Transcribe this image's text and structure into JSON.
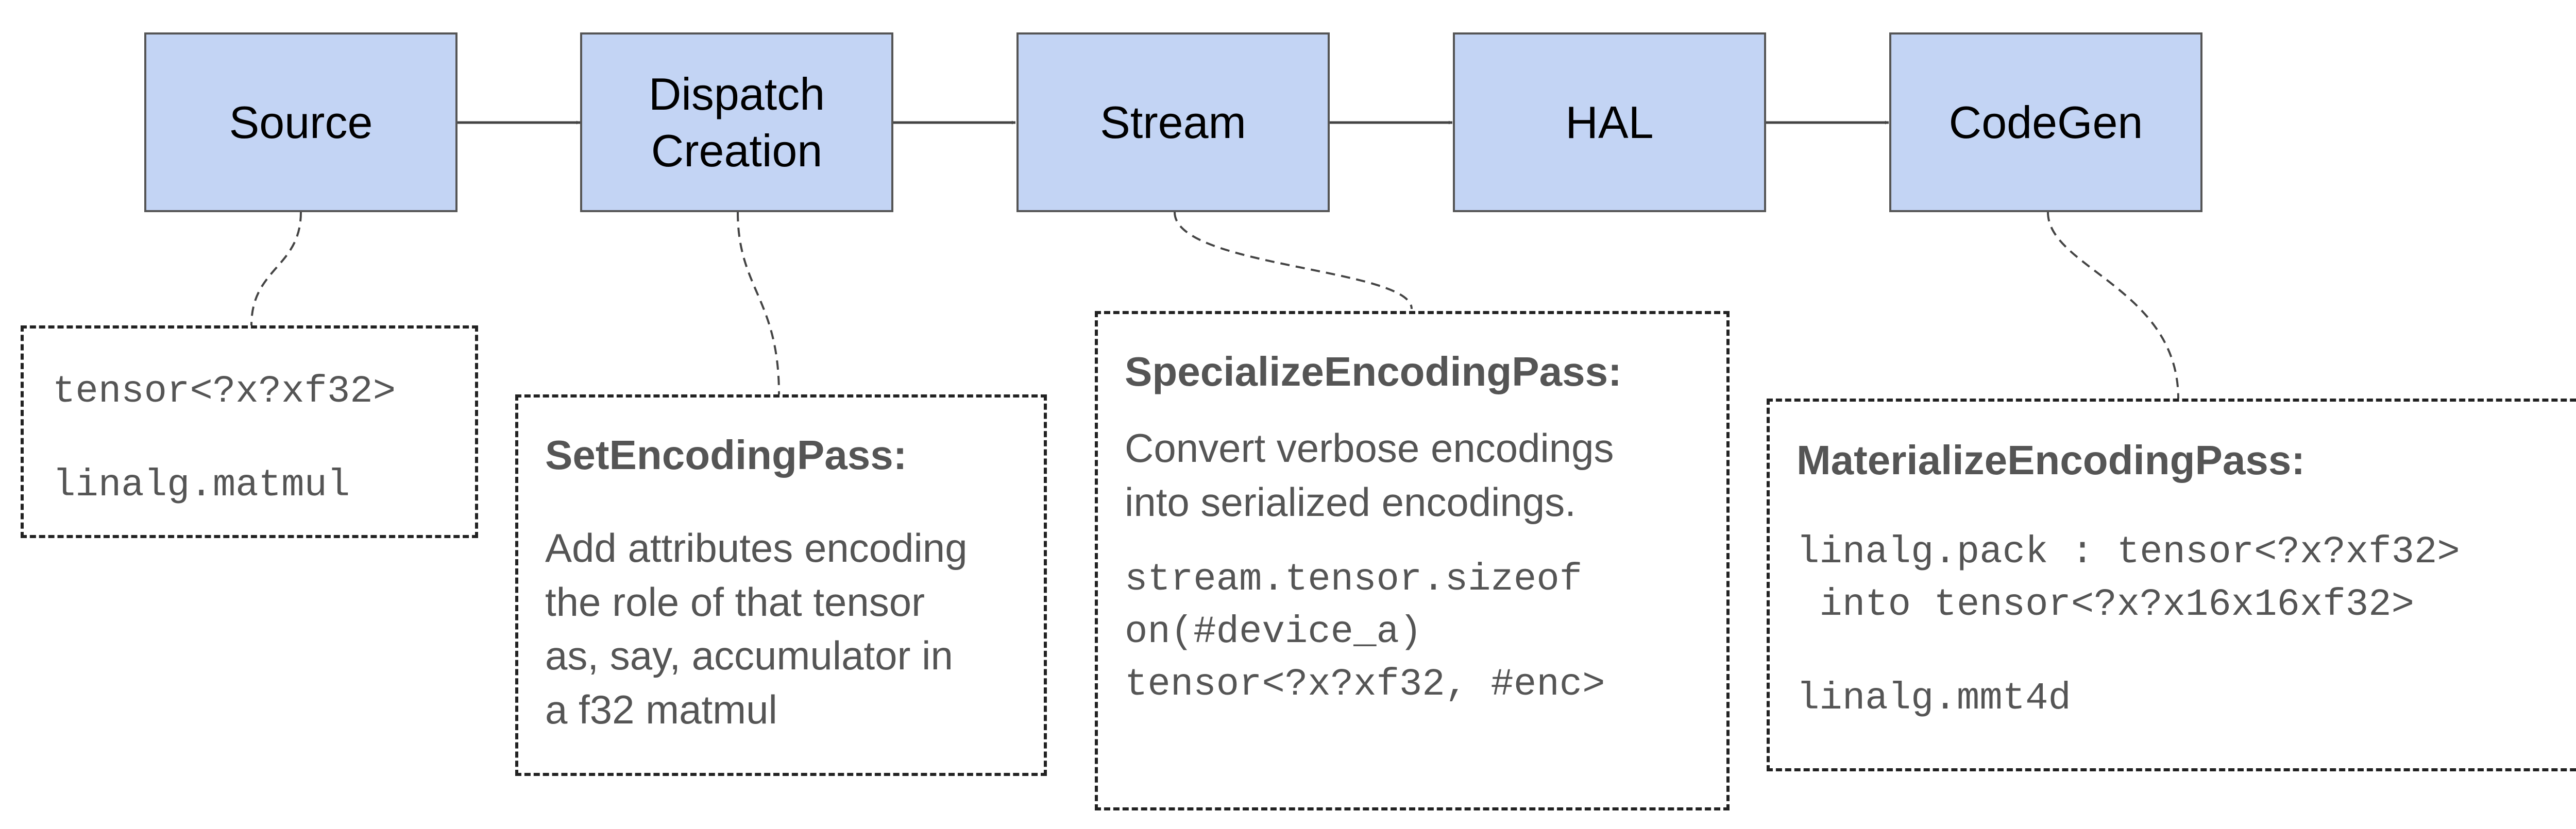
{
  "stages": [
    {
      "label": "Source"
    },
    {
      "label": "Dispatch\nCreation"
    },
    {
      "label": "Stream"
    },
    {
      "label": "HAL"
    },
    {
      "label": "CodeGen"
    }
  ],
  "notes": {
    "source": {
      "lines": [
        "tensor<?x?xf32>",
        "linalg.matmul"
      ]
    },
    "dispatch": {
      "heading": "SetEncodingPass:",
      "description": "Add attributes encoding\nthe role of that tensor\nas, say, accumulator in\na f32 matmul"
    },
    "stream": {
      "heading": "SpecializeEncodingPass:",
      "description": "Convert verbose encodings\ninto serialized encodings.",
      "code": "stream.tensor.sizeof\non(#device_a)\ntensor<?x?xf32, #enc>"
    },
    "codegen": {
      "heading": "MaterializeEncodingPass:",
      "code_pack": "linalg.pack : tensor<?x?xf32>\n into tensor<?x?x16x16xf32>",
      "code_mmt": "linalg.mmt4d"
    }
  },
  "colors": {
    "stage_fill": "#c3d4f4",
    "stage_border": "#555555",
    "note_text": "#555555",
    "arrow": "#444444"
  }
}
